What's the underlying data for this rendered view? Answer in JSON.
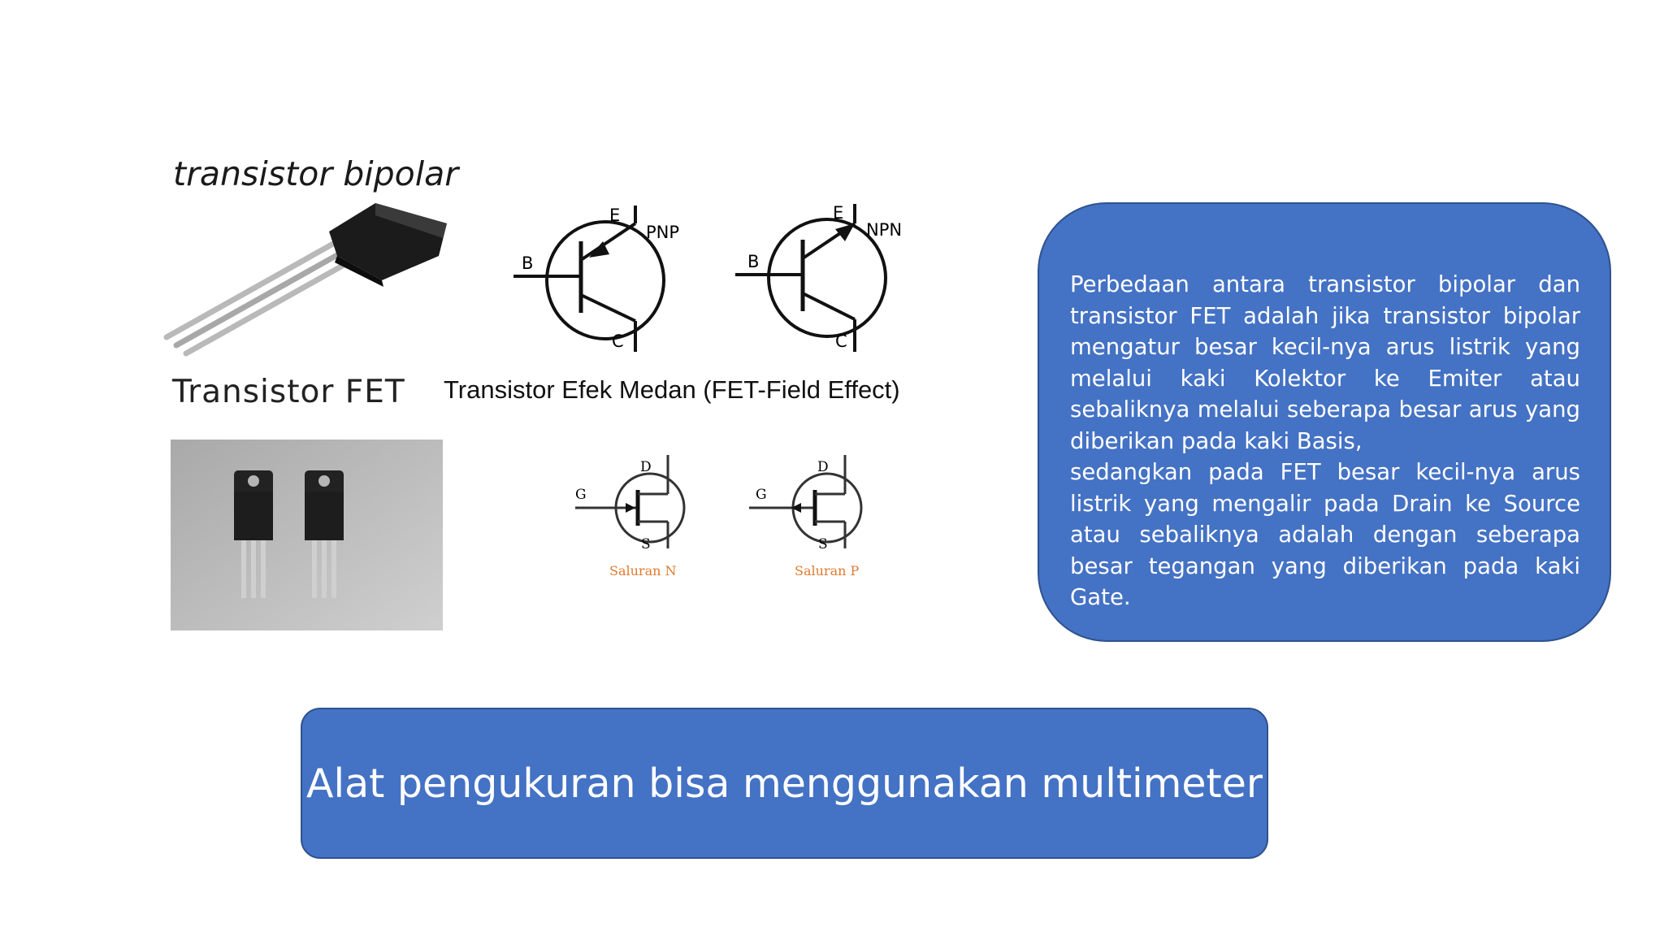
{
  "bipolar": {
    "title": "transistor bipolar",
    "pnp_label": "PNP",
    "npn_label": "NPN",
    "pin_e": "E",
    "pin_b": "B",
    "pin_c": "C"
  },
  "fet": {
    "title": "Transistor FET",
    "subtitle": "Transistor Efek Medan (FET-Field Effect)",
    "pin_d": "D",
    "pin_g": "G",
    "pin_s": "S",
    "channel_n": "Saluran N",
    "channel_p": "Saluran P"
  },
  "info": {
    "paragraph_1": "Perbedaan antara transistor bipolar dan transistor FET adalah jika transistor bipolar mengatur besar kecil-nya arus listrik yang melalui kaki Kolektor ke Emiter atau sebaliknya melalui seberapa besar arus yang diberikan pada kaki Basis,",
    "paragraph_2": "sedangkan pada FET besar kecil-nya arus listrik yang mengalir pada Drain ke Source  atau sebaliknya adalah dengan seberapa besar tegangan yang diberikan pada kaki Gate."
  },
  "footer": {
    "text": "Alat pengukuran bisa menggunakan multimeter"
  },
  "colors": {
    "box_fill": "#4472c4",
    "box_border": "#2f528f",
    "channel_label": "#e07a2f"
  }
}
